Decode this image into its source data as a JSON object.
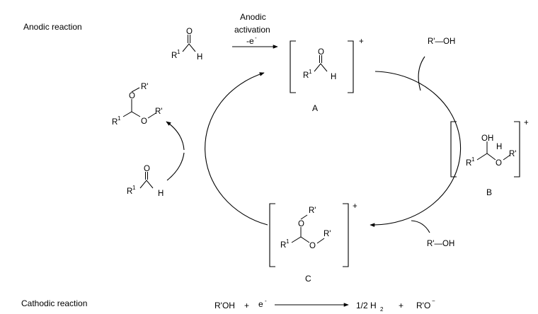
{
  "labels": {
    "anodic": "Anodic reaction",
    "cathodic": "Cathodic reaction"
  },
  "activation": {
    "line1": "Anodic",
    "line2": "activation",
    "line3": "-e",
    "line3_sup": "-"
  },
  "atoms": {
    "O": "O",
    "H": "H",
    "R": "R",
    "one": "1",
    "OH": "OH",
    "Rp": "R'"
  },
  "intermediates": {
    "A": "A",
    "B": "B",
    "C": "C",
    "charge": "+"
  },
  "reagent": {
    "alcohol": "R'—OH"
  },
  "cathodic_eq": {
    "reactant": "R'OH",
    "plus1": "+",
    "electron": "e",
    "electron_sup": "-",
    "product1": "1/2 H",
    "product1_sub": "2",
    "plus2": "+",
    "product2": "R'O",
    "product2_sup": "−"
  }
}
